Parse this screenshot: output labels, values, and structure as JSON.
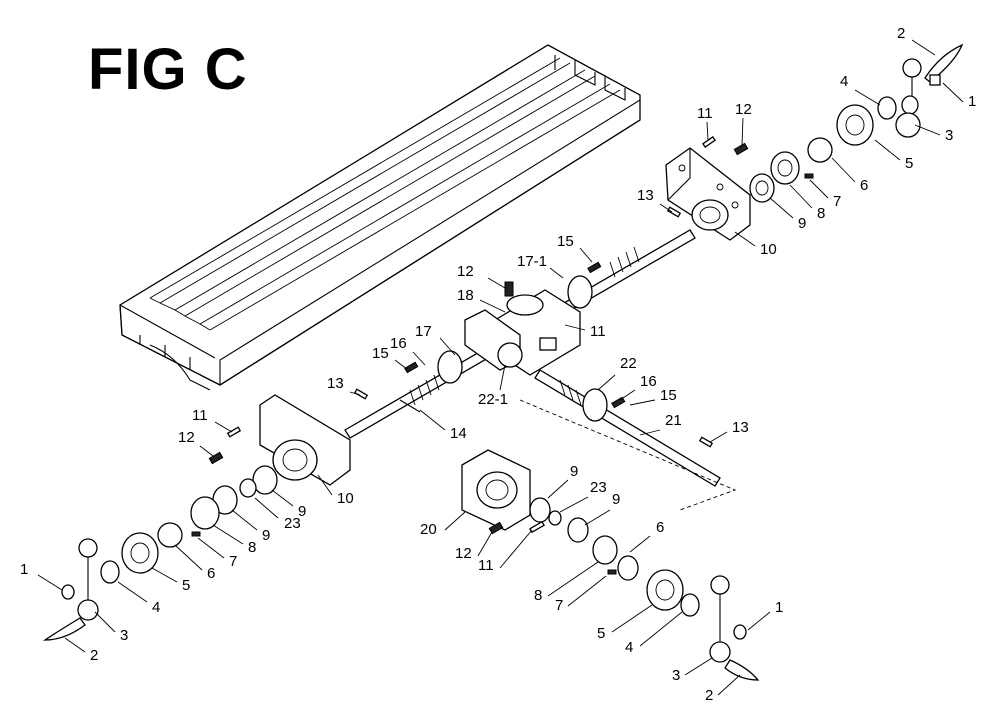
{
  "figure": {
    "title": "FIG C"
  },
  "callouts": [
    {
      "label": "2"
    },
    {
      "label": "1"
    },
    {
      "label": "4"
    },
    {
      "label": "3"
    },
    {
      "label": "5"
    },
    {
      "label": "6"
    },
    {
      "label": "7"
    },
    {
      "label": "8"
    },
    {
      "label": "9"
    },
    {
      "label": "10"
    },
    {
      "label": "11"
    },
    {
      "label": "12"
    },
    {
      "label": "13"
    },
    {
      "label": "15"
    },
    {
      "label": "17-1"
    },
    {
      "label": "12"
    },
    {
      "label": "18"
    },
    {
      "label": "11"
    },
    {
      "label": "16"
    },
    {
      "label": "17"
    },
    {
      "label": "15"
    },
    {
      "label": "22-1"
    },
    {
      "label": "13"
    },
    {
      "label": "14"
    },
    {
      "label": "22"
    },
    {
      "label": "16"
    },
    {
      "label": "15"
    },
    {
      "label": "21"
    },
    {
      "label": "13"
    },
    {
      "label": "11"
    },
    {
      "label": "12"
    },
    {
      "label": "10"
    },
    {
      "label": "9"
    },
    {
      "label": "23"
    },
    {
      "label": "9"
    },
    {
      "label": "8"
    },
    {
      "label": "7"
    },
    {
      "label": "6"
    },
    {
      "label": "5"
    },
    {
      "label": "4"
    },
    {
      "label": "1"
    },
    {
      "label": "3"
    },
    {
      "label": "2"
    },
    {
      "label": "9"
    },
    {
      "label": "23"
    },
    {
      "label": "9"
    },
    {
      "label": "20"
    },
    {
      "label": "12"
    },
    {
      "label": "11"
    },
    {
      "label": "6"
    },
    {
      "label": "8"
    },
    {
      "label": "7"
    },
    {
      "label": "5"
    },
    {
      "label": "4"
    },
    {
      "label": "1"
    },
    {
      "label": "3"
    },
    {
      "label": "2"
    }
  ]
}
